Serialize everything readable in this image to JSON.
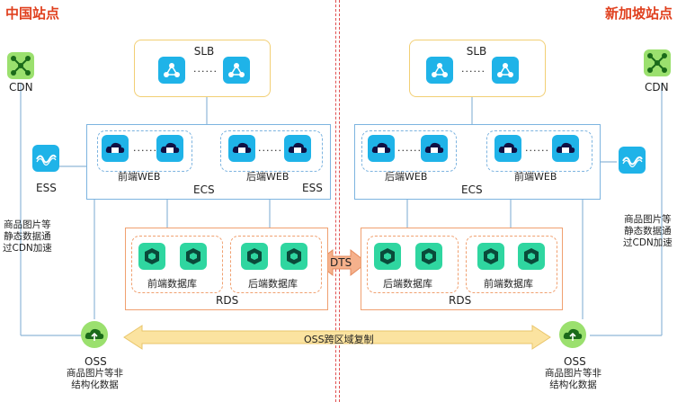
{
  "sites": {
    "china": {
      "title": "中国站点",
      "slb": "SLB",
      "cdn": "CDN",
      "ess_left": "ESS",
      "ess_inner": "ESS",
      "ecs": "ECS",
      "web_front": "前端WEB",
      "web_back": "后端WEB",
      "rds": "RDS",
      "db_front": "前端数据库",
      "db_back": "后端数据库",
      "oss": "OSS",
      "cdn_note": [
        "商品图片等",
        "静态数据通",
        "过CDN加速"
      ],
      "oss_note": [
        "商品图片等非",
        "结构化数据"
      ]
    },
    "singapore": {
      "title": "新加坡站点",
      "slb": "SLB",
      "cdn": "CDN",
      "ecs": "ECS",
      "web_back": "后端WEB",
      "web_front": "前端WEB",
      "rds": "RDS",
      "db_back": "后端数据库",
      "db_front": "前端数据库",
      "oss": "OSS",
      "cdn_note": [
        "商品图片等",
        "静态数据通",
        "过CDN加速"
      ],
      "oss_note": [
        "商品图片等非",
        "结构化数据"
      ]
    }
  },
  "dts": "DTS",
  "oss_replication": "OSS跨区域复制",
  "ellipsis": "......",
  "colors": {
    "title": "#e0401e",
    "icon_blue": "#1fb3e8",
    "icon_green": "#2fd6a0",
    "icon_green_light": "#9be06e",
    "slb_border": "#f2cf74",
    "ecs_border": "#7db4e0",
    "rds_border": "#f0a070",
    "line": "#8fb8d8"
  },
  "icons": {
    "slb": "share-node-icon",
    "cdn": "cdn-cross-icon",
    "ess": "wave-icon",
    "web": "cloud-server-icon",
    "db": "database-cluster-icon",
    "oss": "cloud-upload-icon"
  }
}
